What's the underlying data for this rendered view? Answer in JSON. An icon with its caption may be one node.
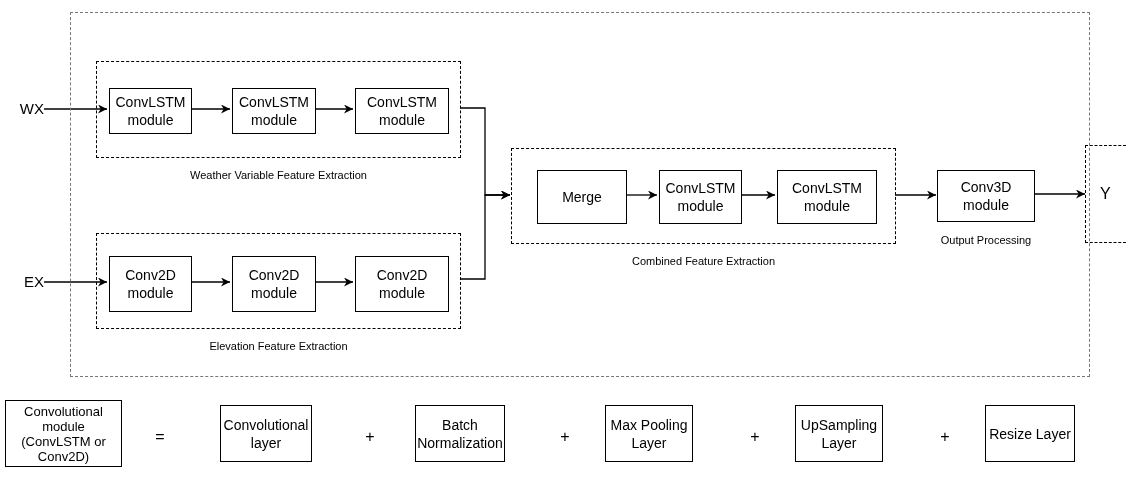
{
  "diagram": {
    "nodes": [
      {
        "text": [],
        "shape": "box"
      },
      {
        "text": [
          "WX"
        ]
      },
      {
        "text": [
          "EX"
        ]
      },
      {
        "text": [
          "Weather Variable Feature Extraction"
        ],
        "in": 0
      },
      {
        "text": [
          "ConvLSTM module"
        ],
        "in": 3
      },
      {
        "text": [
          "ConvLSTM module"
        ],
        "in": 3
      },
      {
        "text": [
          "ConvLSTM module"
        ],
        "in": 3
      },
      {
        "text": [
          "Elevation Feature Extraction"
        ],
        "in": 0
      },
      {
        "text": [
          "Conv2D module"
        ],
        "in": 7
      },
      {
        "text": [
          "Conv2D module"
        ],
        "in": 7
      },
      {
        "text": [
          "Conv2D module"
        ],
        "in": 7
      },
      {
        "text": [
          "Combined Feature Extraction"
        ],
        "in": 0
      },
      {
        "text": [
          "Merge"
        ],
        "in": 11
      },
      {
        "text": [
          "ConvLSTM module"
        ],
        "in": 11
      },
      {
        "text": [
          "ConvLSTM module"
        ],
        "in": 11
      },
      {
        "text": [
          "Conv3D module"
        ],
        "beside": [
          "Output Processing"
        ],
        "in": 0
      },
      {
        "text": [
          "Y"
        ]
      },
      {
        "text": [
          "Convolutional module (ConvLSTM or Conv2D)"
        ]
      },
      {
        "text": [
          "Convolutional layer"
        ]
      },
      {
        "text": [
          "Batch Normalization"
        ]
      },
      {
        "text": [
          "Max Pooling Layer"
        ]
      },
      {
        "text": [
          "UpSampling Layer"
        ]
      },
      {
        "text": [
          "Resize Layer"
        ]
      }
    ],
    "edges": [
      {
        "from": 1,
        "to": 4,
        "arrow": "to"
      },
      {
        "from": 4,
        "to": 5,
        "arrow": "to"
      },
      {
        "from": 5,
        "to": 6,
        "arrow": "to"
      },
      {
        "from": 2,
        "to": 8,
        "arrow": "to"
      },
      {
        "from": 8,
        "to": 9,
        "arrow": "to"
      },
      {
        "from": 9,
        "to": 10,
        "arrow": "to"
      },
      {
        "from": 3,
        "to": 11,
        "arrow": "to"
      },
      {
        "from": 7,
        "to": 11,
        "arrow": "to"
      },
      {
        "from": 12,
        "to": 13,
        "arrow": "to"
      },
      {
        "from": 13,
        "to": 14,
        "arrow": "to"
      },
      {
        "from": 11,
        "to": 15,
        "arrow": "to"
      },
      {
        "from": 15,
        "to": 16,
        "arrow": "to"
      }
    ],
    "labels": [
      "=",
      "+",
      "+",
      "+",
      "+"
    ]
  }
}
